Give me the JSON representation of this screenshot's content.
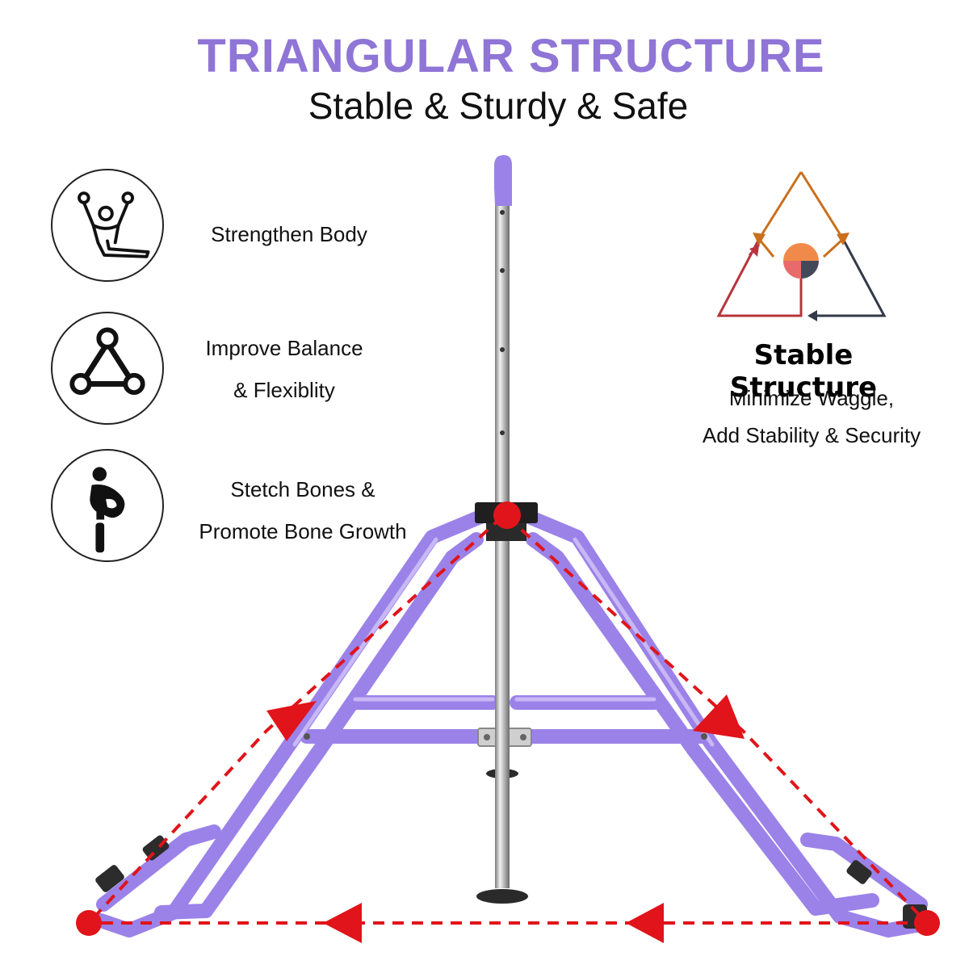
{
  "header": {
    "title": "TRIANGULAR STRUCTURE",
    "subtitle": "Stable & Sturdy & Safe"
  },
  "features": [
    {
      "icon": "ring-gymnast-icon",
      "lines": [
        "Strengthen Body"
      ]
    },
    {
      "icon": "triangle-nodes-icon",
      "lines": [
        "Improve Balance",
        "& Flexiblity"
      ]
    },
    {
      "icon": "stretching-person-icon",
      "lines": [
        "Stetch Bones &",
        "Promote Bone Growth"
      ]
    }
  ],
  "stability": {
    "icon": "stability-triangle-icon",
    "title": "Stable Structure",
    "lines": [
      "Minimize Waggle,",
      "Add Stability & Security"
    ]
  },
  "colors": {
    "accent": "#8f75d6",
    "frame": "#9b82e8",
    "arrow": "#e0141a"
  }
}
